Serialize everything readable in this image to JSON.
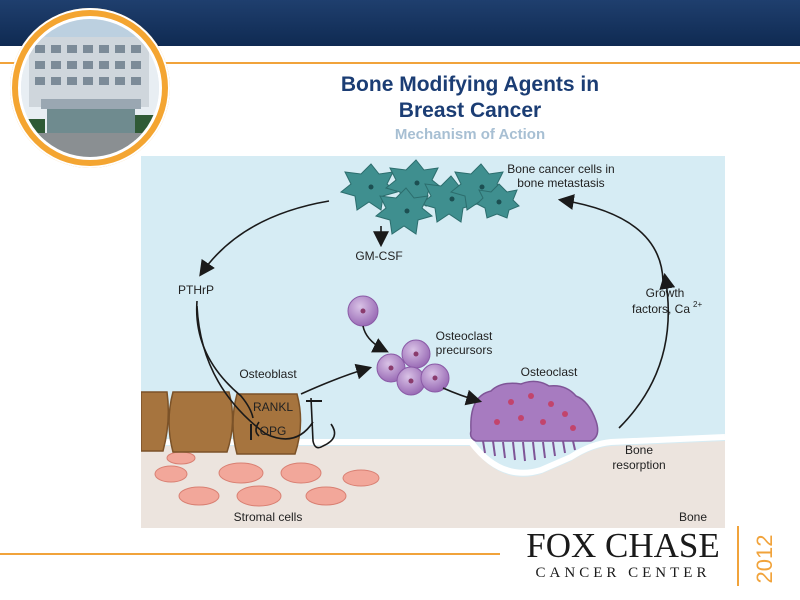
{
  "header": {
    "title_line1": "Bone Modifying  Agents in",
    "title_line2": "Breast Cancer",
    "subtitle": "Mechanism of Action"
  },
  "diagram": {
    "labels": {
      "bone_cancer_cells": "Bone cancer cells in",
      "bone_cancer_cells_2": "bone metastasis",
      "gm_csf": "GM-CSF",
      "pthrp": "PTHrP",
      "osteoclast_precursors": "Osteoclast",
      "osteoclast_precursors_2": "precursors",
      "osteoblast": "Osteoblast",
      "rankl": "RANKL",
      "opg": "OPG",
      "osteoclast": "Osteoclast",
      "growth_factors": "Growth",
      "growth_factors_2": "factors, Ca",
      "growth_factors_sup": "2+",
      "bone_resorption": "Bone",
      "bone_resorption_2": "resorption",
      "stromal_cells": "Stromal cells",
      "bone": "Bone"
    }
  },
  "footer": {
    "logo_name": "FOX CHASE",
    "logo_sub": "CANCER CENTER",
    "year": "2012"
  },
  "colors": {
    "navy": "#1b3d74",
    "orange": "#f1a33b",
    "diagram_bg": "#d6ecf4",
    "cancer_cell": "#3f8f8f",
    "osteoclast": "#a77bc0",
    "osteoblast": "#a6743e",
    "stromal": "#f2a79a"
  }
}
